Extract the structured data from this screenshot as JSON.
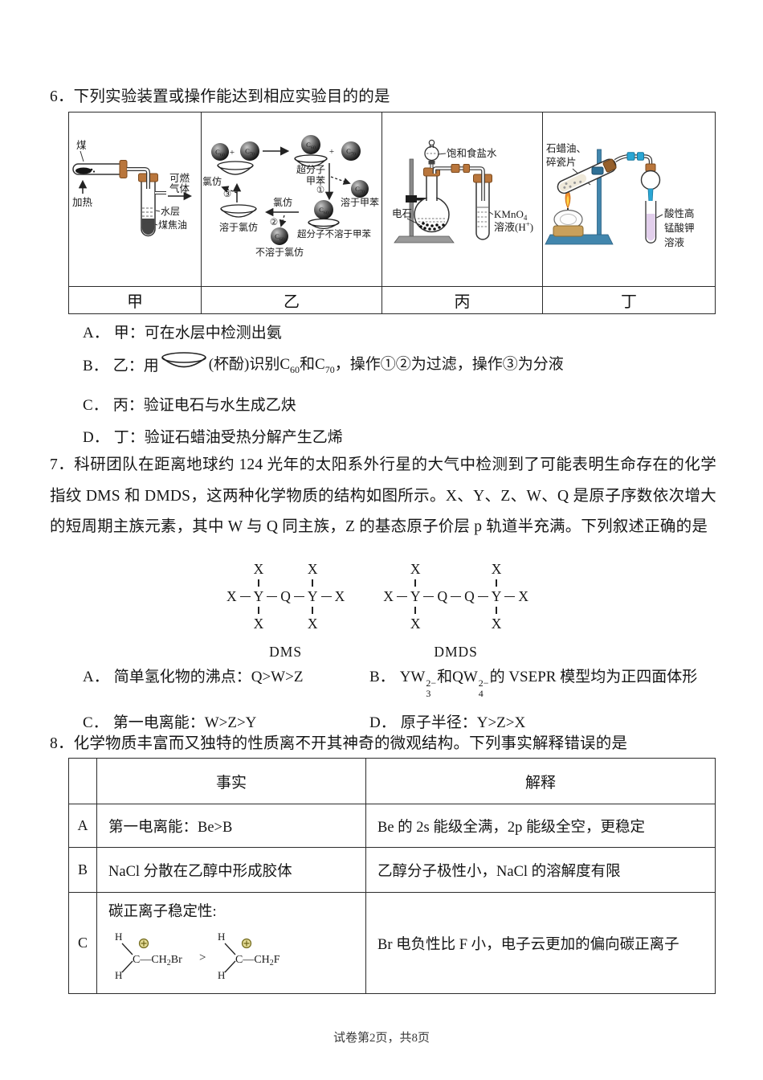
{
  "page": {
    "footer": "试卷第2页，共8页"
  },
  "q6": {
    "stem": "6．下列实验装置或操作能达到相应实验目的的是",
    "table": {
      "labels": [
        "甲",
        "乙",
        "丙",
        "丁"
      ],
      "jia": {
        "coal": "煤",
        "heat": "加热",
        "gas1": "可燃",
        "gas2": "气体",
        "water": "水层",
        "tar": "煤焦油"
      },
      "yi": {
        "c": "C",
        "sub60": "60",
        "sub70": "70",
        "plus": "+",
        "supra": "超分子",
        "toluene": "甲苯",
        "s1": "①",
        "sol_tol": "溶于甲苯",
        "chloroform": "氯仿",
        "s2": "②",
        "supra_insol": "超分子不溶于甲苯",
        "insol_chl": "不溶于氯仿",
        "s3": "③",
        "sol_chl": "溶于氯仿"
      },
      "bing": {
        "brine": "饱和食盐水",
        "carbide": "电石",
        "kmno4": "KMnO",
        "kmno4_sub": "4",
        "sol_pre": "溶液(H",
        "sol_sup": "+",
        "sol_post": ")"
      },
      "ding": {
        "paraffin1": "石蜡油、",
        "paraffin2": "碎瓷片",
        "l1": "酸性高",
        "l2": "锰酸钾",
        "l3": "溶液"
      }
    },
    "options": [
      {
        "label": "A．",
        "html": "甲：可在水层中检测出氨"
      },
      {
        "label": "B．",
        "pre": "乙：用",
        "post": "(杯酚)识别C<sub>60</sub>和C<sub>70</sub>，操作①②为过滤，操作③为分液"
      },
      {
        "label": "C．",
        "html": "丙：验证电石与水生成乙炔"
      },
      {
        "label": "D．",
        "html": "丁：验证石蜡油受热分解产生乙烯"
      }
    ]
  },
  "q7": {
    "stem": "7．科研团队在距离地球约 124 光年的太阳系外行星的大气中检测到了可能表明生命存在的化学指纹 DMS 和 DMDS，这两种化学物质的结构如图所示。X、Y、Z、W、Q 是原子序数依次增大的短周期主族元素，其中 W 与 Q 同主族，Z 的基态原子价层 p 轨道半充满。下列叙述正确的是",
    "atom_x": "X",
    "atom_y": "Y",
    "atom_q": "Q",
    "dms_label": "DMS",
    "dmds_label": "DMDS",
    "options": [
      {
        "label": "A．",
        "html": "简单氢化物的沸点：Q>W>Z"
      },
      {
        "label": "B．",
        "html": "YW<span class='ss'><sup>2−</sup><sub>3</sub></span>和QW<span class='ss'><sup>2−</sup><sub>4</sub></span>的 VSEPR 模型均为正四面体形"
      },
      {
        "label": "C．",
        "html": "第一电离能：W>Z>Y"
      },
      {
        "label": "D．",
        "html": "原子半径：Y>Z>X"
      }
    ]
  },
  "q8": {
    "stem": "8．化学物质丰富而又独特的性质离不开其神奇的微观结构。下列事实解释错误的是",
    "table": {
      "headers": [
        "事实",
        "解释"
      ],
      "rows": [
        {
          "key": "A",
          "fact": "第一电离能：Be>B",
          "explain": "Be 的 2s 能级全满，2p 能级全空，更稳定"
        },
        {
          "key": "B",
          "fact": "NaCl 分散在乙醇中形成胶体",
          "explain": "乙醇分子极性小，NaCl 的溶解度有限"
        },
        {
          "key": "C",
          "fact_title": "碳正离子稳定性:",
          "explain": "Br 电负性比 F 小，电子云更加的偏向碳正离子",
          "cation": {
            "h": "H",
            "c": "C",
            "chain": "—CH",
            "sub": "2",
            "hal1": "Br",
            "hal2": "F",
            "gt": ">"
          }
        }
      ]
    }
  }
}
